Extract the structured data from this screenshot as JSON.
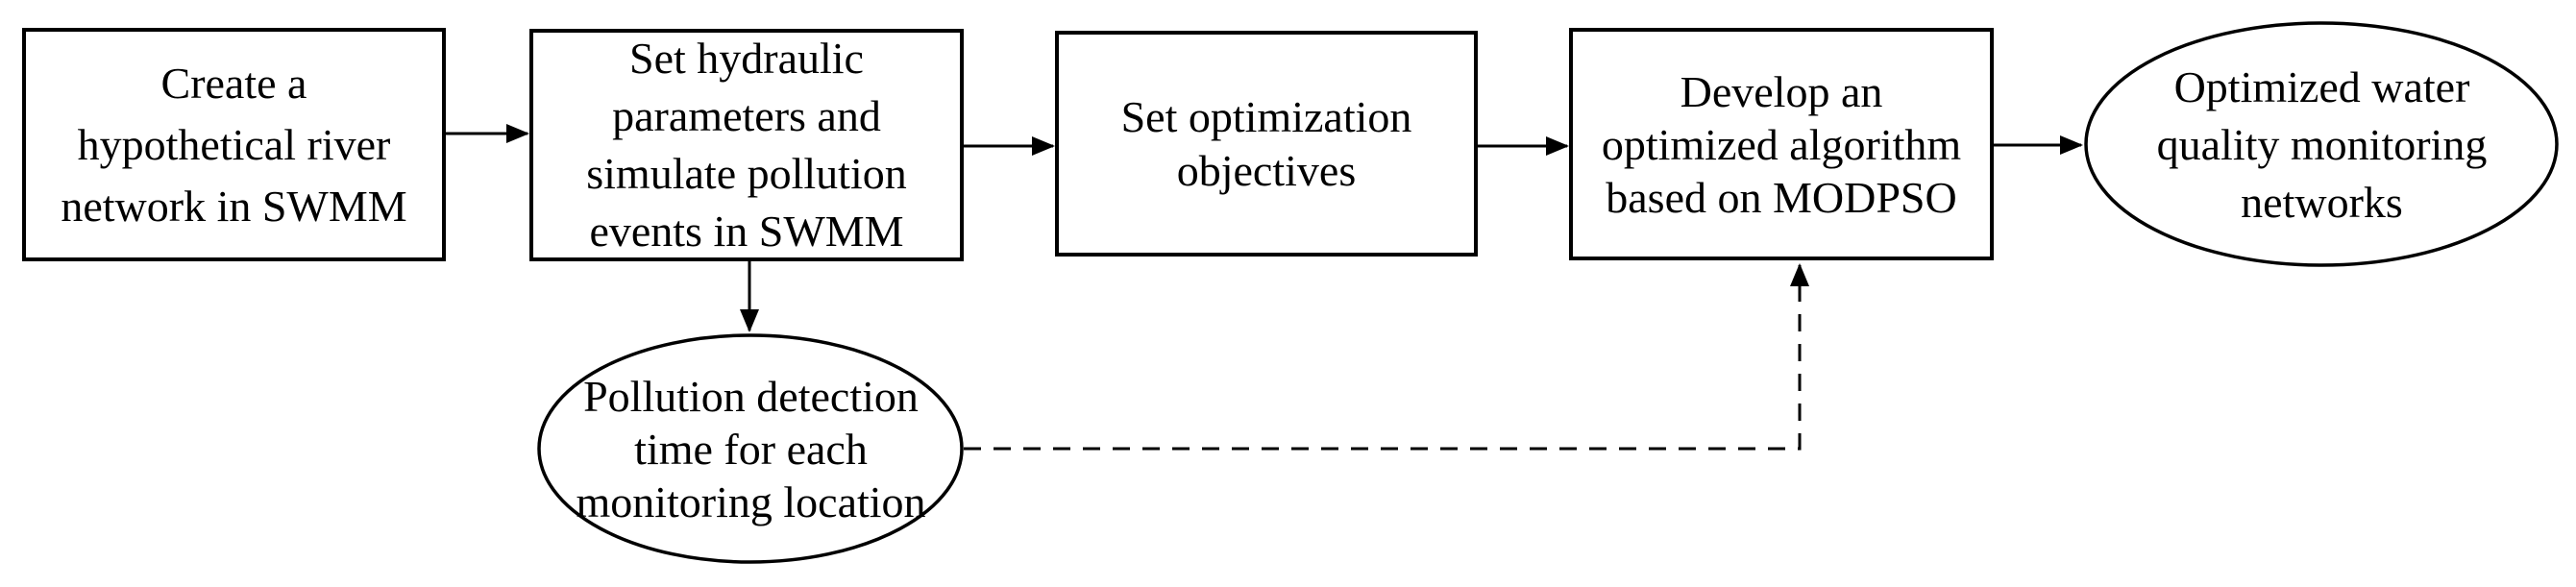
{
  "figure": {
    "type": "flowchart",
    "background_color": "#ffffff",
    "stroke_color": "#000000",
    "text_color": "#000000"
  },
  "nodes": {
    "create_network": {
      "shape": "rectangle",
      "lines": [
        "Create a",
        "hypothetical river",
        "network in SWMM"
      ]
    },
    "set_parameters": {
      "shape": "rectangle",
      "lines": [
        "Set hydraulic",
        "parameters and",
        "simulate pollution",
        "events in SWMM"
      ]
    },
    "set_objectives": {
      "shape": "rectangle",
      "lines": [
        "Set optimization",
        "objectives"
      ]
    },
    "develop_algorithm": {
      "shape": "rectangle",
      "lines": [
        "Develop an",
        "optimized algorithm",
        "based on MODPSO"
      ]
    },
    "optimized_networks": {
      "shape": "ellipse",
      "lines": [
        "Optimized water",
        "quality monitoring",
        "networks"
      ]
    },
    "detection_time": {
      "shape": "ellipse",
      "lines": [
        "Pollution detection",
        "time for each",
        "monitoring location"
      ]
    }
  },
  "edges": [
    {
      "from": "create_network",
      "to": "set_parameters",
      "style": "solid",
      "direction": "right"
    },
    {
      "from": "set_parameters",
      "to": "set_objectives",
      "style": "solid",
      "direction": "right"
    },
    {
      "from": "set_objectives",
      "to": "develop_algorithm",
      "style": "solid",
      "direction": "right"
    },
    {
      "from": "develop_algorithm",
      "to": "optimized_networks",
      "style": "solid",
      "direction": "right"
    },
    {
      "from": "set_parameters",
      "to": "detection_time",
      "style": "solid",
      "direction": "down"
    },
    {
      "from": "detection_time",
      "to": "develop_algorithm",
      "style": "dashed",
      "direction": "right-then-up"
    }
  ]
}
